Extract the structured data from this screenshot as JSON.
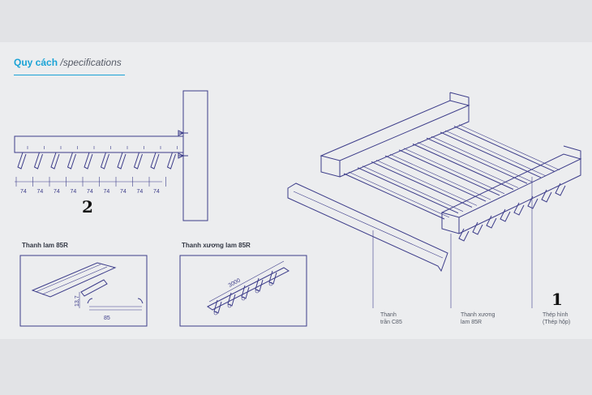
{
  "heading": {
    "vi": "Quy cách",
    "en": "/specifications"
  },
  "side_view": {
    "number": "2",
    "spacings": [
      "74",
      "74",
      "74",
      "74",
      "74",
      "74",
      "74",
      "74",
      "74"
    ]
  },
  "profile_box": {
    "title": "Thanh lam 85R",
    "dim_height": "13,7",
    "dim_width": "85"
  },
  "carrier_box": {
    "title": "Thanh xương lam 85R",
    "dim_length": "3000"
  },
  "iso_view": {
    "number": "1",
    "callouts": [
      {
        "line1": "Thanh",
        "line2": "trần C85"
      },
      {
        "line1": "Thanh xương",
        "line2": "lam 85R"
      },
      {
        "line1": "Thép hình",
        "line2": "(Thép hộp)"
      }
    ]
  },
  "colors": {
    "accent": "#1aa3d6",
    "line": "#3d3d8a",
    "background": "#ecedef"
  }
}
